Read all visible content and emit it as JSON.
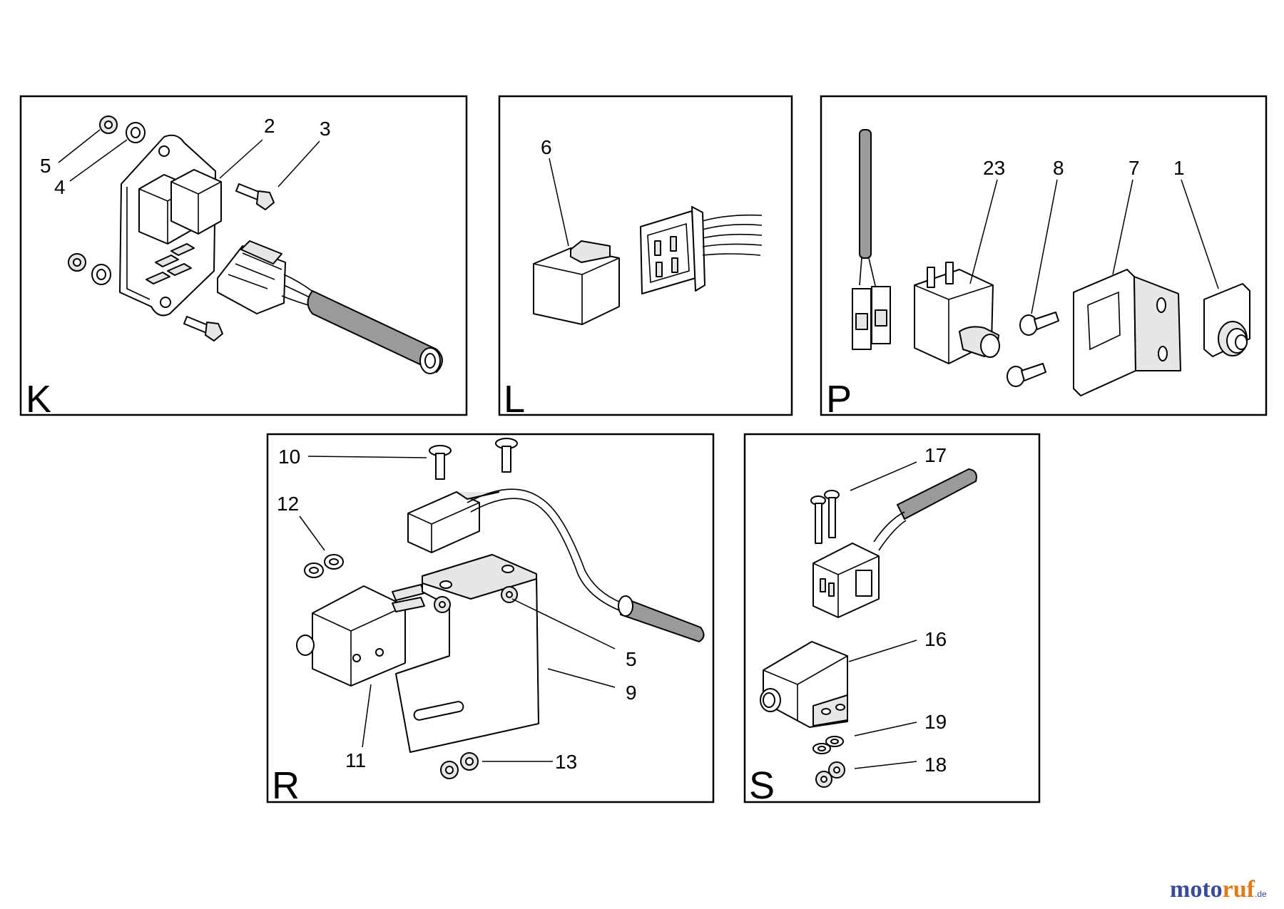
{
  "panels": [
    {
      "letter": "K",
      "callouts": [
        "5",
        "4",
        "2",
        "3"
      ]
    },
    {
      "letter": "L",
      "callouts": [
        "6"
      ]
    },
    {
      "letter": "P",
      "callouts": [
        "23",
        "8",
        "7",
        "1"
      ]
    },
    {
      "letter": "R",
      "callouts": [
        "10",
        "12",
        "5",
        "9",
        "11",
        "13"
      ]
    },
    {
      "letter": "S",
      "callouts": [
        "17",
        "16",
        "19",
        "18"
      ]
    }
  ],
  "watermark": {
    "part1": "moto",
    "part2": "ruf",
    "suffix": ".de"
  }
}
